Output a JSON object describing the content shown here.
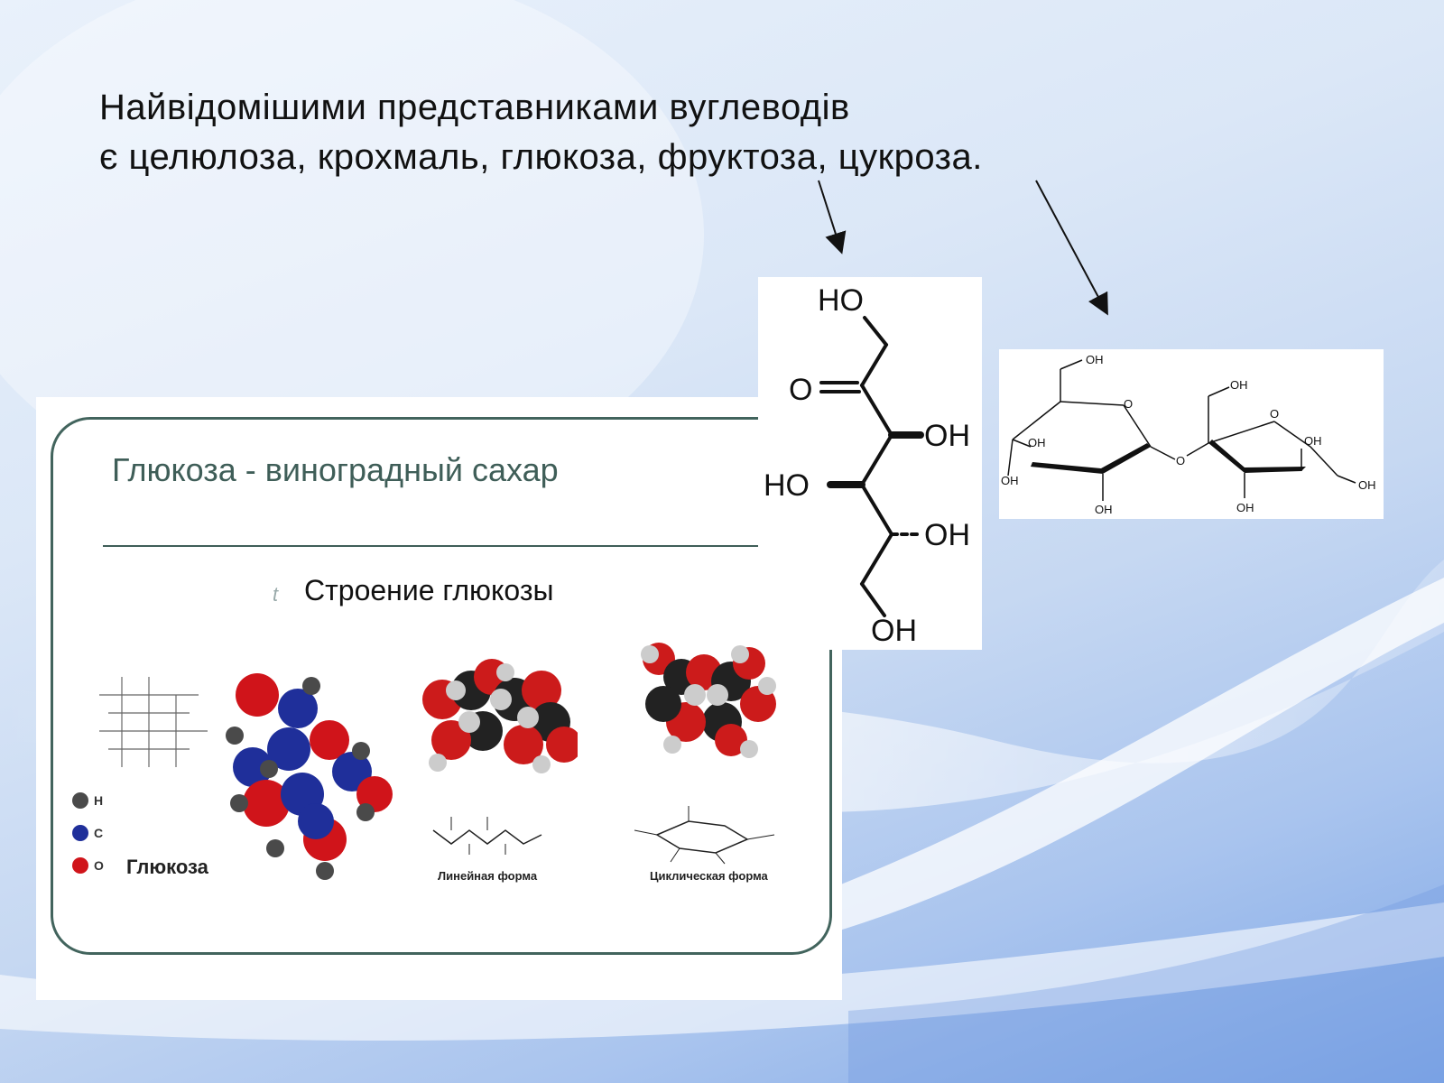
{
  "slide": {
    "headline_line1": "Найвідомішими представниками вуглеводів",
    "headline_line2": "є целюлоза, крохмаль, глюкоза, фруктоза, цукроза."
  },
  "glucose_panel": {
    "title": "Глюкоза - виноградный сахар",
    "bullet": "t",
    "subtitle": "Строение глюкозы",
    "legend": [
      {
        "symbol": "H",
        "color": "#4a4a4a"
      },
      {
        "symbol": "C",
        "color": "#1f2f9a"
      },
      {
        "symbol": "O",
        "color": "#d0141a"
      }
    ],
    "molecule_label": "Глюкоза",
    "linear_caption": "Линейная форма",
    "cyclic_caption": "Циклическая форма"
  },
  "fructose": {
    "groups": [
      "HO",
      "O",
      "OH",
      "HO",
      "OH",
      "OH"
    ]
  },
  "sucrose": {
    "groups": [
      "OH",
      "O",
      "OH",
      "OH",
      "OH",
      "OH",
      "O",
      "OH",
      "OH",
      "O",
      "OH",
      "OH"
    ]
  },
  "colors": {
    "panel_border": "#42645d",
    "title_text": "#3f5e58",
    "oxygen": "#d0141a",
    "carbon": "#1f2f9a",
    "hydrogen": "#4a4a4a"
  }
}
